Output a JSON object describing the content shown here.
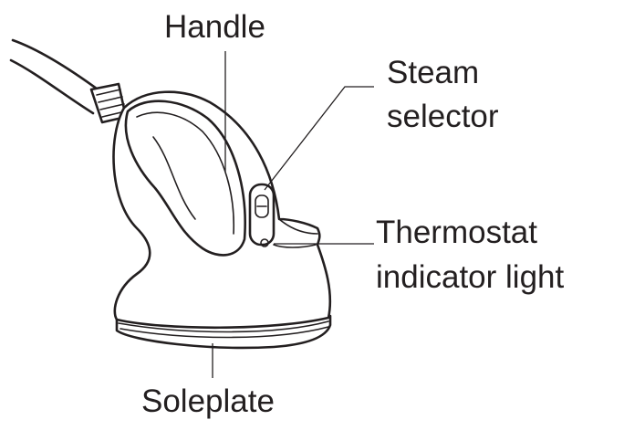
{
  "labels": {
    "handle": "Handle",
    "steam_line1": "Steam",
    "steam_line2": "selector",
    "thermostat_line1": "Thermostat",
    "thermostat_line2": "indicator light",
    "soleplate": "Soleplate"
  },
  "colors": {
    "ink": "#231f20",
    "background": "#ffffff"
  }
}
